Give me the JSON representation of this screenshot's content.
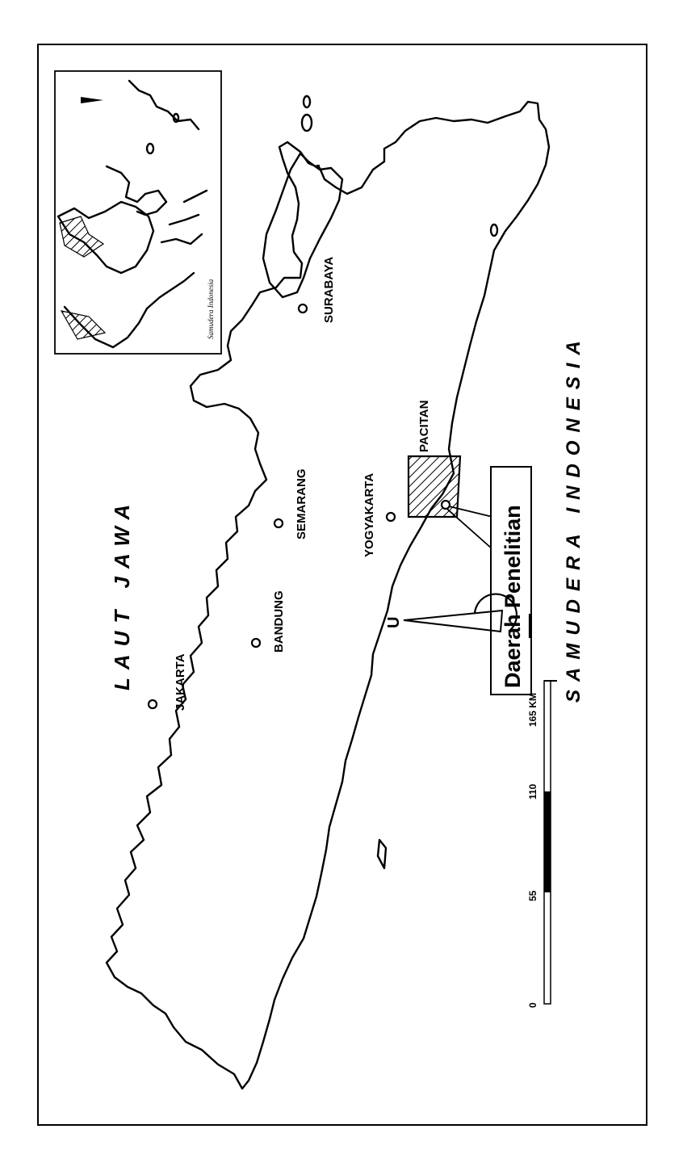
{
  "cities": {
    "jakarta": "JAKARTA",
    "bandung": "BANDUNG",
    "semarang": "SEMARANG",
    "yogyakarta": "YOGYAKARTA",
    "pacitan": "PACITAN",
    "surabaya": "SURABAYA"
  },
  "seas": {
    "north": "LAUT JAWA",
    "south": "SAMUDERA INDONESIA"
  },
  "study_area_label": "Daerah Penelitian",
  "inset": {
    "caption": "Samudera Indonesia"
  },
  "north_arrow": {
    "label": "U"
  },
  "scale_bar": {
    "ticks": [
      "0",
      "55",
      "110",
      "165 KM"
    ]
  },
  "colors": {
    "ink": "#000000",
    "paper": "#ffffff"
  }
}
